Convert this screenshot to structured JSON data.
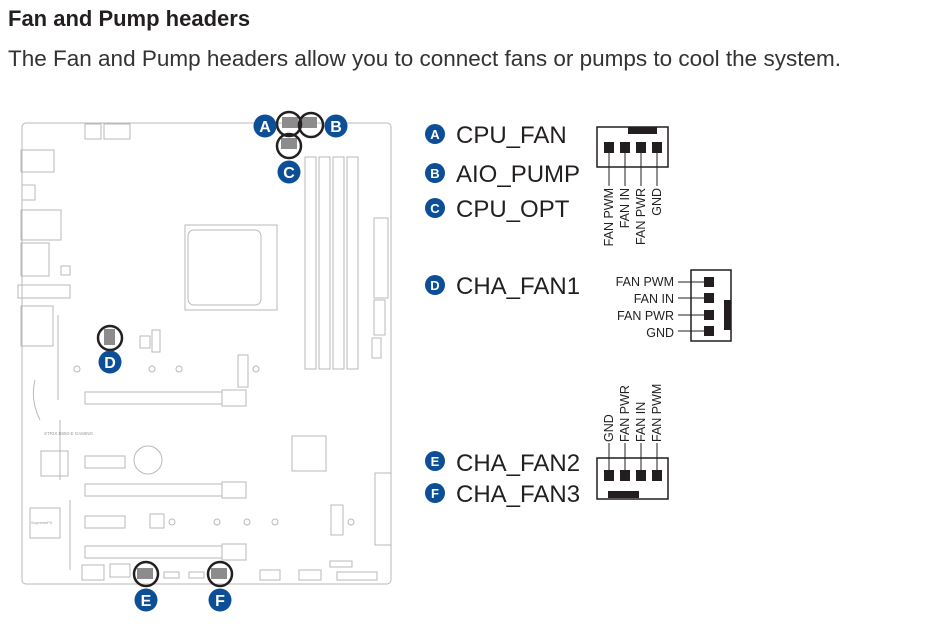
{
  "heading": {
    "title": "Fan and Pump headers",
    "description": "The Fan and Pump headers allow you to connect fans or pumps to cool the system."
  },
  "board": {
    "model_text": "STRIX B550-E GAMING",
    "audio_text": "SupremeFX",
    "markers": [
      "A",
      "B",
      "C",
      "D",
      "E",
      "F"
    ]
  },
  "legend": [
    {
      "letter": "A",
      "name": "CPU_FAN"
    },
    {
      "letter": "B",
      "name": "AIO_PUMP"
    },
    {
      "letter": "C",
      "name": "CPU_OPT"
    },
    {
      "letter": "D",
      "name": "CHA_FAN1"
    },
    {
      "letter": "E",
      "name": "CHA_FAN2"
    },
    {
      "letter": "F",
      "name": "CHA_FAN3"
    }
  ],
  "pinouts": {
    "top": [
      "FAN PWM",
      "FAN IN",
      "FAN PWR",
      "GND"
    ],
    "side": [
      "FAN PWM",
      "FAN IN",
      "FAN PWR",
      "GND"
    ],
    "bottom": [
      "GND",
      "FAN PWR",
      "FAN IN",
      "FAN PWM"
    ]
  },
  "colors": {
    "marker": "#0d4f96",
    "board_line": "#b9b9b9",
    "pin": "#231f20"
  }
}
